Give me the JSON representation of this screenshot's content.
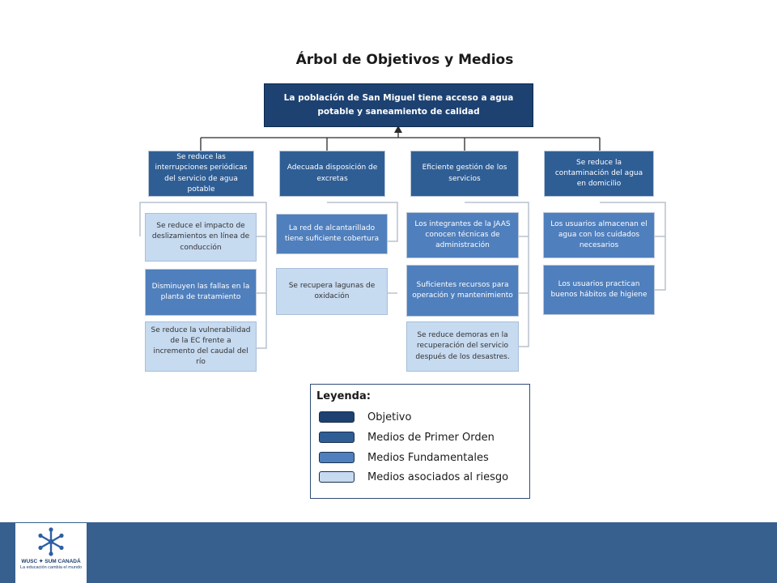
{
  "title": "Árbol de Objetivos y Medios",
  "objective": "La población de San Miguel tiene acceso a agua potable y saneamiento de calidad",
  "branches": [
    {
      "first": "Se reduce las interrupciones periódicas del servicio de agua potable",
      "children": [
        {
          "text": "Se reduce el impacto de deslizamientos en línea de conducción",
          "kind": "risk"
        },
        {
          "text": "Disminuyen las fallas en la planta de tratamiento",
          "kind": "fund"
        },
        {
          "text": "Se reduce la vulnerabilidad de la EC frente a incremento del caudal del río",
          "kind": "risk"
        }
      ]
    },
    {
      "first": "Adecuada disposición de excretas",
      "children": [
        {
          "text": "La red de alcantarillado tiene suficiente cobertura",
          "kind": "fund"
        },
        {
          "text": "Se recupera lagunas de oxidación",
          "kind": "risk"
        }
      ]
    },
    {
      "first": "Eficiente gestión de los servicios",
      "children": [
        {
          "text": "Los integrantes de la JAAS conocen técnicas de administración",
          "kind": "fund"
        },
        {
          "text": "Suficientes recursos para operación y mantenimiento",
          "kind": "fund"
        },
        {
          "text": "Se reduce demoras en la recuperación del servicio después de los desastres.",
          "kind": "risk"
        }
      ]
    },
    {
      "first": "Se reduce la contaminación del agua en domicilio",
      "children": [
        {
          "text": "Los usuarios almacenan el agua con los cuidados necesarios",
          "kind": "fund"
        },
        {
          "text": "Los usuarios practican buenos hábitos de higiene",
          "kind": "fund"
        }
      ]
    }
  ],
  "legend": {
    "title": "Leyenda:",
    "items": [
      {
        "label": "Objetivo",
        "color": "#1d4271"
      },
      {
        "label": "Medios de Primer Orden",
        "color": "#2f5e95"
      },
      {
        "label": "Medios Fundamentales",
        "color": "#4f7fbd"
      },
      {
        "label": "Medios asociados al riesgo",
        "color": "#c6daf0"
      }
    ]
  },
  "footer": {
    "org_name": "WUSC ✦ SUM CANADÁ",
    "tagline": "La educación cambia el mundo",
    "bar_color": "#37608f"
  }
}
